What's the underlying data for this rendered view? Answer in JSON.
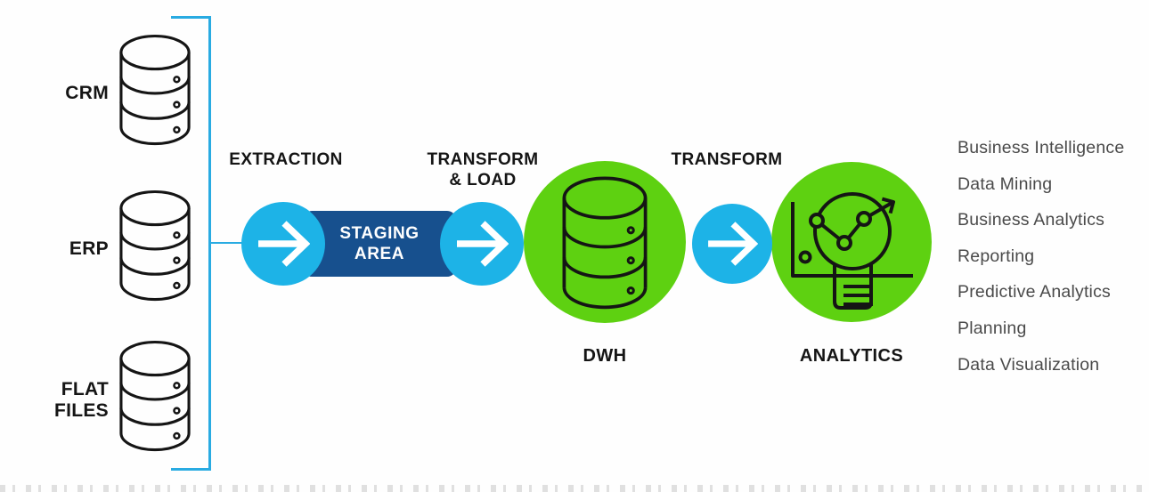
{
  "diagram": {
    "type": "etl-pipeline",
    "sources": [
      {
        "label": "CRM"
      },
      {
        "label": "ERP"
      },
      {
        "label": "FLAT FILES"
      }
    ],
    "stages": {
      "extraction": "EXTRACTION",
      "staging_area_line1": "STAGING",
      "staging_area_line2": "AREA",
      "transform_load_line1": "TRANSFORM",
      "transform_load_line2": "& LOAD",
      "transform": "TRANSFORM"
    },
    "nodes": {
      "dwh": "DWH",
      "analytics": "ANALYTICS"
    },
    "outputs": [
      "Business Intelligence",
      "Data Mining",
      "Business Analytics",
      "Reporting",
      "Predictive Analytics",
      "Planning",
      "Data Visualization"
    ],
    "colors": {
      "cyan": "#1db3e7",
      "dark_blue": "#17508e",
      "green": "#5ed111",
      "bracket_blue": "#29abe2",
      "heading_text": "#151515",
      "list_text": "#4a4a4a",
      "icon_stroke": "#151515",
      "arrow_white": "#ffffff"
    }
  }
}
